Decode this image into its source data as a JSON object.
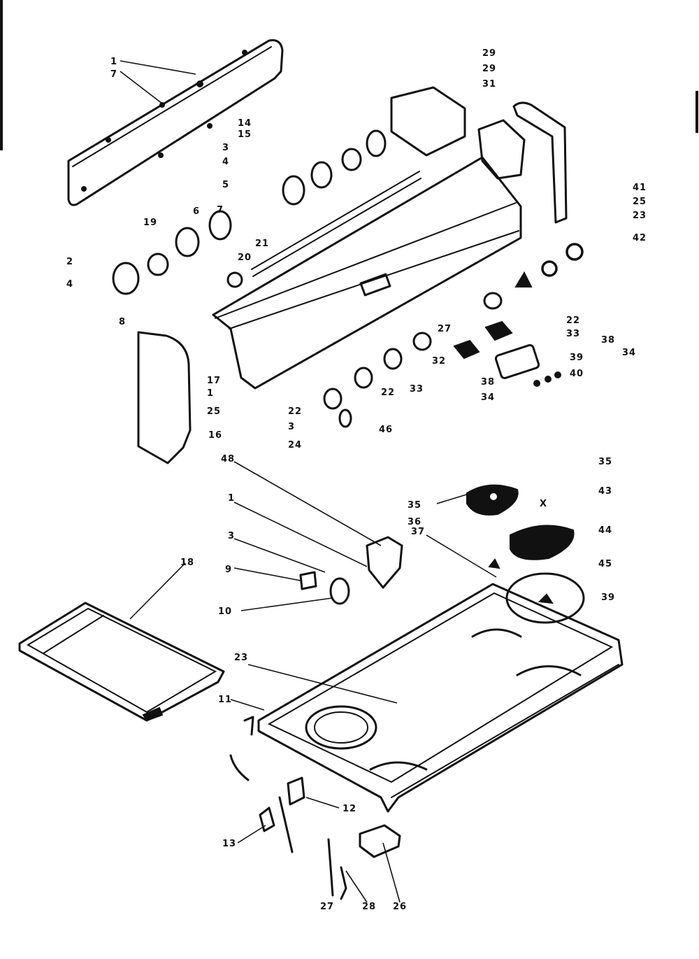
{
  "callouts": {
    "top_a": "1",
    "top_b": "7",
    "c_14": "14",
    "c_15": "15",
    "c_3": "3",
    "c_4": "4",
    "c_5": "5",
    "c_29a": "29",
    "c_29b": "29",
    "c_31": "31",
    "c_19": "19",
    "c_6": "6",
    "c_7": "7",
    "c_21": "21",
    "c_20": "20",
    "c_2": "2",
    "c_4b": "4",
    "c_8": "8",
    "c_41": "41",
    "c_25": "25",
    "c_23": "23",
    "c_42": "42",
    "c_22a": "22",
    "c_33a": "33",
    "c_27": "27",
    "c_32": "32",
    "c_38": "38",
    "c_34": "34",
    "c_39": "39",
    "c_40": "40",
    "c_17": "17",
    "c_1": "1",
    "c_25b": "25",
    "c_22b": "22",
    "c_3b": "3",
    "c_24": "24",
    "c_16": "16",
    "c_46": "46",
    "c_22c": "22",
    "c_33b": "33",
    "c_35": "35",
    "c_36": "36",
    "c_37": "37",
    "c_43": "43",
    "c_44": "44",
    "c_45": "45",
    "c_39b": "39",
    "c_x": "X",
    "c_48": "48",
    "c_1b": "1",
    "c_3c": "3",
    "c_9": "9",
    "c_10": "10",
    "c_18": "18",
    "c_11": "11",
    "c_12": "12",
    "c_13": "13",
    "c_27b": "27",
    "c_28": "28",
    "c_26": "26"
  }
}
